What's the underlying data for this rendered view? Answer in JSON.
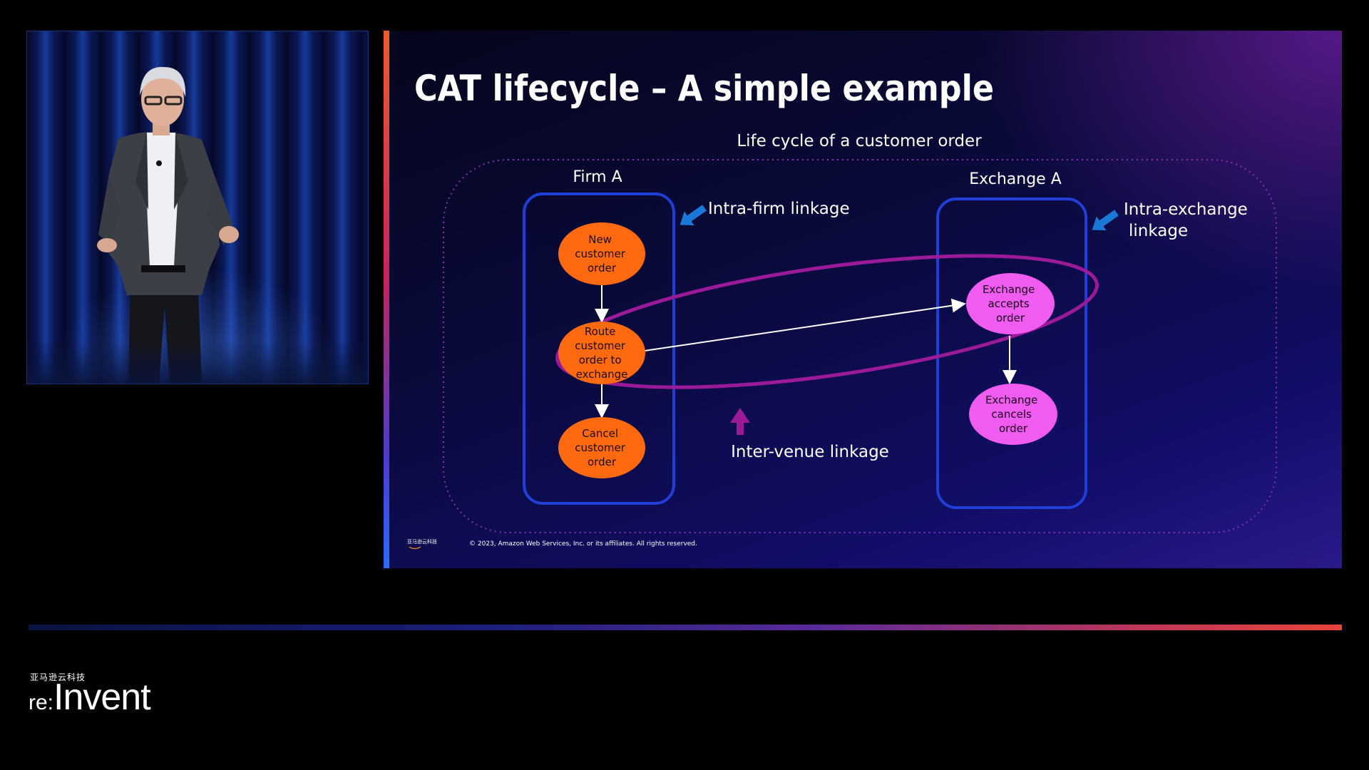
{
  "slide": {
    "title": "CAT lifecycle – A simple example",
    "subtitle": "Life cycle of a customer order",
    "firm_label": "Firm A",
    "exchange_label": "Exchange A",
    "intra_firm_label": "Intra-firm linkage",
    "intra_exchange_label_line1": "Intra-exchange",
    "intra_exchange_label_line2": "linkage",
    "inter_venue_label": "Inter-venue linkage",
    "firm_nodes": [
      [
        "New",
        "customer",
        "order"
      ],
      [
        "Route",
        "customer",
        "order to",
        "exchange"
      ],
      [
        "Cancel",
        "customer",
        "order"
      ]
    ],
    "exchange_nodes": [
      [
        "Exchange",
        "accepts",
        "order"
      ],
      [
        "Exchange",
        "cancels",
        "order"
      ]
    ],
    "footer_logo_text": "亚马逊云科技",
    "copyright": "© 2023, Amazon Web Services, Inc. or its affiliates. All rights reserved."
  },
  "event": {
    "logo_cn": "亚马逊云科技",
    "logo_re": "re:",
    "logo_invent": "Invent"
  },
  "colors": {
    "firm_node": "#ff6a10",
    "exchange_node": "#f05cf0",
    "box_border": "#1f3fd8",
    "inter_venue": "#9a1a9a",
    "arrow_blue": "#1a78d8"
  }
}
